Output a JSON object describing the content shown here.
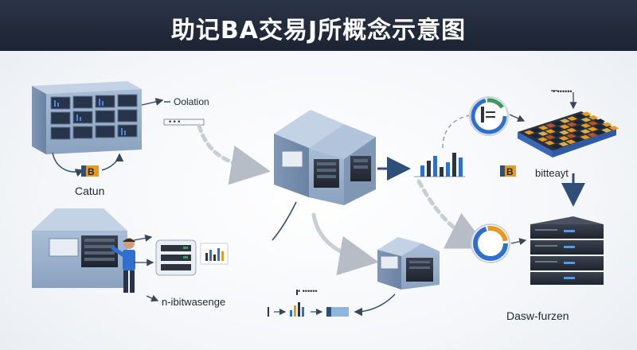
{
  "title": "助记BA交易J所概念示意图",
  "labels": {
    "top_left_arrow": "Oolation",
    "top_left_small": "•  •  •",
    "left_caption": "Catun",
    "bottom_left_caption": "n-ibitwasenge",
    "right_mid_caption": "bitteayt",
    "right_bottom_caption": "Dasw-furzen",
    "right_top_small": "• ••••••",
    "bottom_center_small": "• ••••••",
    "badge_text": "B"
  },
  "colors": {
    "header": "#1f2736",
    "server_front": "#9db3cf",
    "server_top": "#c3d2e4",
    "server_side": "#7f97b5",
    "rack": "#2d3440",
    "accent_blue": "#2f6fd0",
    "accent_orange": "#e69a1e",
    "arrow_dark": "#2f4e78",
    "arrow_light": "#c8ced6"
  },
  "icons": [
    "server-rack-icon",
    "data-center-building-icon",
    "person-icon",
    "bar-chart-icon",
    "donut-chart-icon",
    "matrix-board-icon",
    "server-stack-icon",
    "arrow-icon"
  ]
}
